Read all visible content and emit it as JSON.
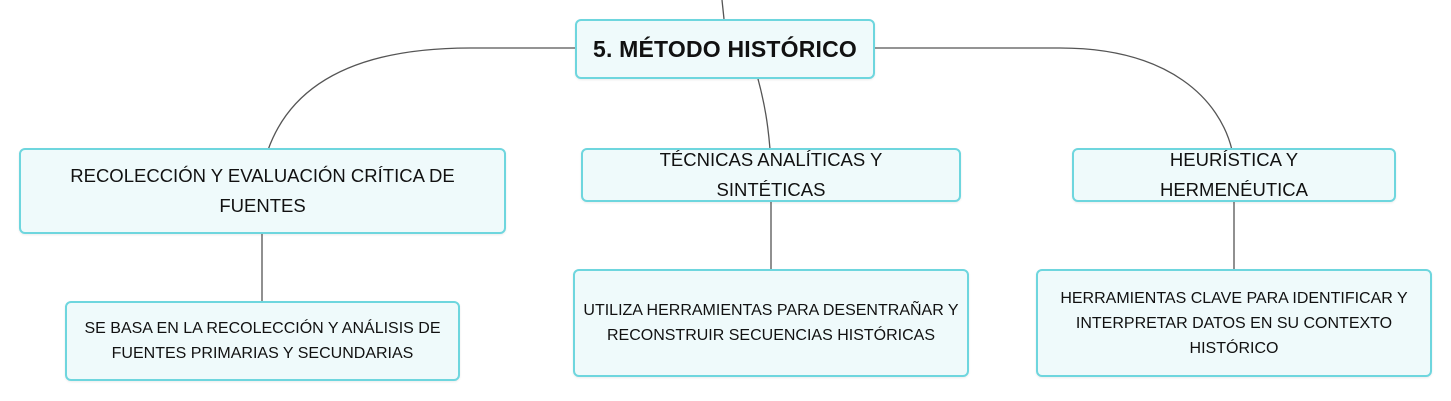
{
  "diagram": {
    "root": {
      "label": "5. MÉTODO HISTÓRICO"
    },
    "branches": [
      {
        "label": "RECOLECCIÓN Y EVALUACIÓN CRÍTICA DE FUENTES",
        "child": {
          "label": "SE BASA EN LA RECOLECCIÓN Y ANÁLISIS DE FUENTES PRIMARIAS Y SECUNDARIAS"
        }
      },
      {
        "label": "TÉCNICAS ANALÍTICAS Y SINTÉTICAS",
        "child": {
          "label": "UTILIZA HERRAMIENTAS PARA DESENTRAÑAR Y RECONSTRUIR SECUENCIAS HISTÓRICAS"
        }
      },
      {
        "label": "HEURÍSTICA Y HERMENÉUTICA",
        "child": {
          "label": "HERRAMIENTAS CLAVE PARA IDENTIFICAR Y INTERPRETAR DATOS EN SU CONTEXTO HISTÓRICO"
        }
      }
    ],
    "colors": {
      "node_border": "#6ed6de",
      "node_fill": "#effafb",
      "connector": "#555555",
      "text": "#111111"
    }
  }
}
